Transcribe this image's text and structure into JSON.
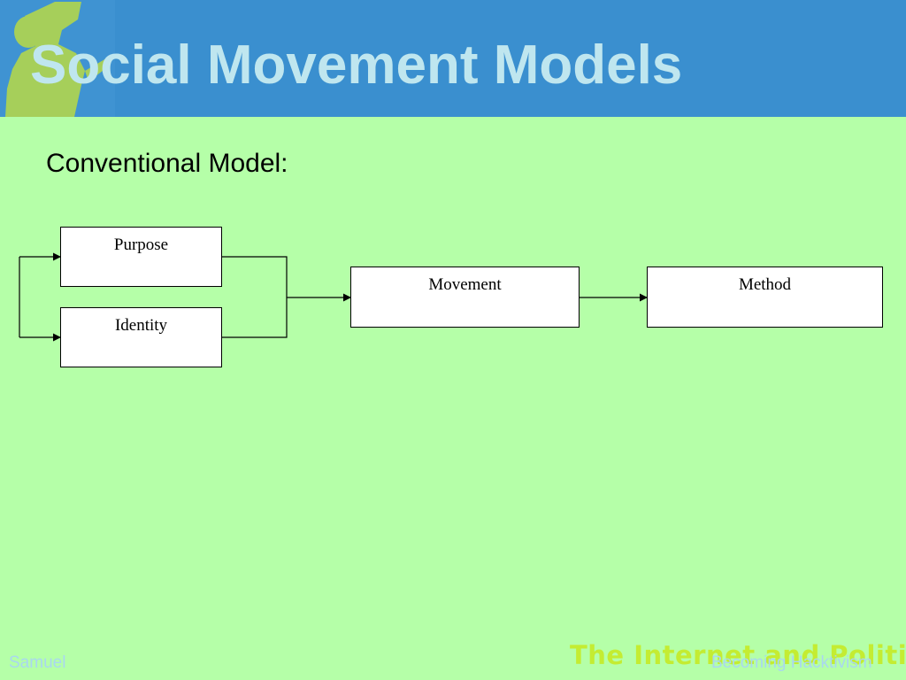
{
  "slide": {
    "title": "Social Movement Models",
    "subtitle": "Conventional Model:"
  },
  "diagram": {
    "nodes": {
      "purpose": "Purpose",
      "identity": "Identity",
      "movement": "Movement",
      "method": "Method"
    },
    "edges": [
      {
        "from": "purpose",
        "to": "movement"
      },
      {
        "from": "identity",
        "to": "movement"
      },
      {
        "from": "purpose",
        "to": "identity"
      },
      {
        "from": "identity",
        "to": "purpose"
      },
      {
        "from": "movement",
        "to": "method"
      }
    ]
  },
  "footer": {
    "author": "Samuel",
    "logo_text": "The Internet and Politics",
    "chapter": "Becoming Hacktivism"
  },
  "colors": {
    "background": "#b5ffa8",
    "header": "#3a8fcf",
    "title_text": "#bfe6ef",
    "logo_text": "#c4ec32",
    "footer_text": "#a9d7ef"
  },
  "icons": {
    "header_decoration": "person-silhouette-icon"
  }
}
